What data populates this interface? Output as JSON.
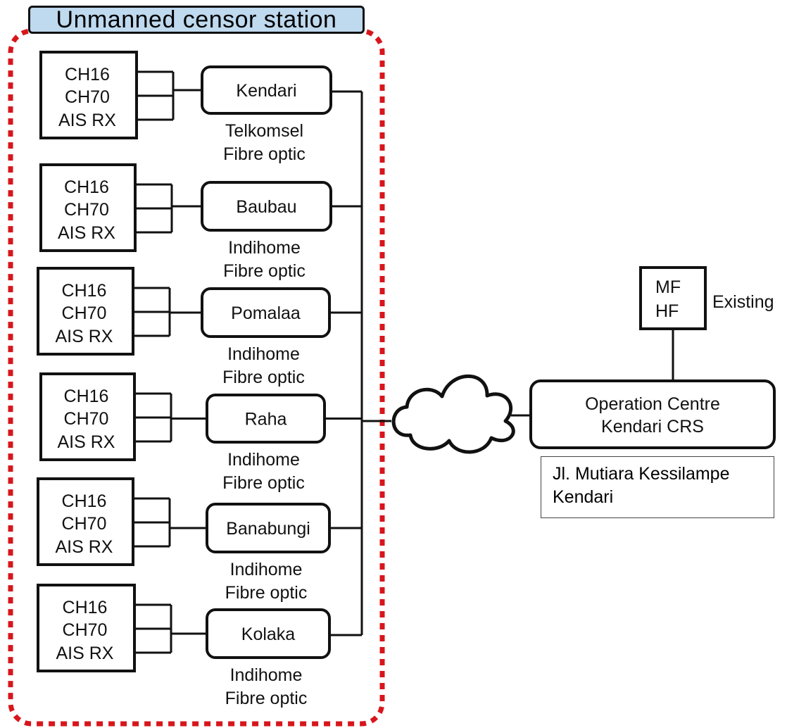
{
  "title": "Unmanned censor station",
  "colors": {
    "dotted_border": "#d7161c",
    "title_bg": "#bfd9ee",
    "line": "#111111"
  },
  "stations": [
    {
      "name": "Kendari",
      "channels": [
        "CH16",
        "CH70",
        "AIS RX"
      ],
      "provider": "Telkomsel",
      "link": "Fibre optic"
    },
    {
      "name": "Baubau",
      "channels": [
        "CH16",
        "CH70",
        "AIS RX"
      ],
      "provider": "Indihome",
      "link": "Fibre optic"
    },
    {
      "name": "Pomalaa",
      "channels": [
        "CH16",
        "CH70",
        "AIS RX"
      ],
      "provider": "Indihome",
      "link": "Fibre optic"
    },
    {
      "name": "Raha",
      "channels": [
        "CH16",
        "CH70",
        "AIS RX"
      ],
      "provider": "Indihome",
      "link": "Fibre optic"
    },
    {
      "name": "Banabungi",
      "channels": [
        "CH16",
        "CH70",
        "AIS RX"
      ],
      "provider": "Indihome",
      "link": "Fibre optic"
    },
    {
      "name": "Kolaka",
      "channels": [
        "CH16",
        "CH70",
        "AIS RX"
      ],
      "provider": "Indihome",
      "link": "Fibre optic"
    }
  ],
  "operation_centre": {
    "line1": "Operation Centre",
    "line2": "Kendari CRS"
  },
  "address": {
    "line1": "Jl. Mutiara Kessilampe",
    "line2": "Kendari"
  },
  "mfhf": {
    "line1": "MF",
    "line2": "HF",
    "note": "Existing"
  }
}
